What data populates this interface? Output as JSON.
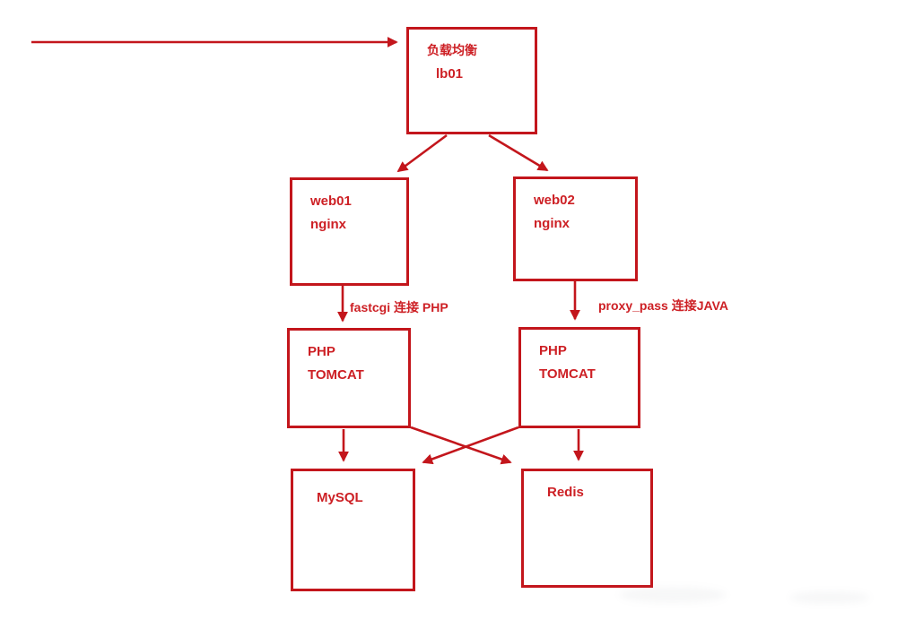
{
  "diagram": {
    "accent_color": "#c3161c",
    "text_color": "#cd2025",
    "nodes": {
      "lb": {
        "line1": "负载均衡",
        "line2": "lb01"
      },
      "web01": {
        "line1": "web01",
        "line2": "nginx"
      },
      "web02": {
        "line1": "web02",
        "line2": "nginx"
      },
      "php_tomcat_left": {
        "line1": "PHP",
        "line2": "TOMCAT"
      },
      "php_tomcat_right": {
        "line1": "PHP",
        "line2": "TOMCAT"
      },
      "mysql": {
        "line1": "MySQL"
      },
      "redis": {
        "line1": "Redis"
      }
    },
    "edge_labels": {
      "fastcgi": "fastcgi 连接 PHP",
      "proxy_pass": "proxy_pass 连接JAVA"
    },
    "edges": [
      {
        "from": "inbound-traffic",
        "to": "lb01"
      },
      {
        "from": "lb01",
        "to": "web01"
      },
      {
        "from": "lb01",
        "to": "web02"
      },
      {
        "from": "web01",
        "to": "php-tomcat-left",
        "label": "fastcgi 连接 PHP"
      },
      {
        "from": "web02",
        "to": "php-tomcat-right",
        "label": "proxy_pass 连接JAVA"
      },
      {
        "from": "php-tomcat-left",
        "to": "mysql"
      },
      {
        "from": "php-tomcat-left",
        "to": "redis"
      },
      {
        "from": "php-tomcat-right",
        "to": "mysql"
      },
      {
        "from": "php-tomcat-right",
        "to": "redis"
      }
    ]
  }
}
